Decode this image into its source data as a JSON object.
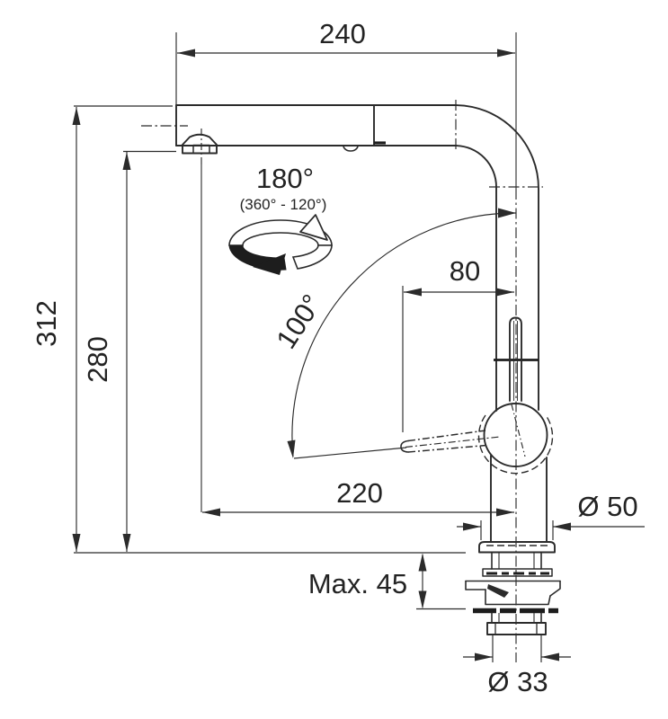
{
  "drawing": {
    "title": "faucet-installation-dimensions",
    "labels": {
      "top_width": "240",
      "height_total": "312",
      "height_spout": "280",
      "swivel_angle": "180°",
      "swivel_note": "(360° - 120°)",
      "lever_angle": "100°",
      "lever_reach": "80",
      "spout_reach": "220",
      "base_diameter": "Ø 50",
      "max_counter_thickness": "Max. 45",
      "shank_diameter": "Ø 33"
    },
    "colors": {
      "line": "#2b2b2b",
      "text": "#232323",
      "background": "#ffffff"
    }
  }
}
